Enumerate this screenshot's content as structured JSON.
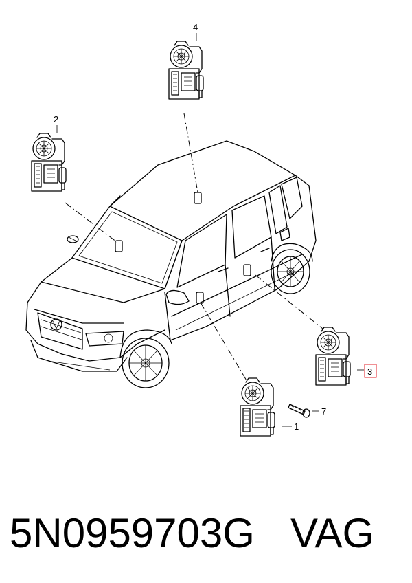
{
  "labels": {
    "part1": "1",
    "part2": "2",
    "part3": "3",
    "part4": "4",
    "part7": "7"
  },
  "caption": {
    "part_number": "5N0959703G",
    "brand": "VAG"
  },
  "colors": {
    "highlight_box": "#e0202a",
    "line": "#000000"
  }
}
